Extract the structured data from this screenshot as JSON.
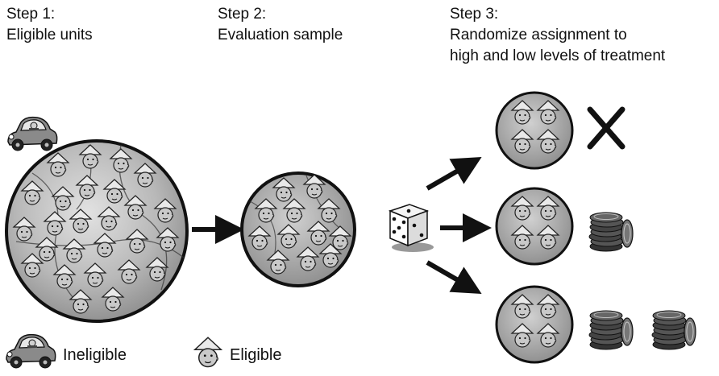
{
  "steps": [
    {
      "title": "Step 1:",
      "lines": [
        "Eligible units"
      ]
    },
    {
      "title": "Step 2:",
      "lines": [
        "Evaluation sample"
      ]
    },
    {
      "title": "Step 3:",
      "lines": [
        "Randomize assignment to",
        "high and low levels of treatment"
      ]
    }
  ],
  "legend": {
    "ineligible": "Ineligible",
    "eligible": "Eligible"
  },
  "icons": {
    "ineligible": "car-icon",
    "eligible": "farmer-face-icon",
    "randomizer": "dice-icon",
    "no_treatment": "x-mark-icon",
    "treatment": "coin-stack-icon"
  },
  "groups": [
    {
      "treatment": "none",
      "coin_stacks": 0
    },
    {
      "treatment": "low",
      "coin_stacks": 1
    },
    {
      "treatment": "high",
      "coin_stacks": 2
    }
  ],
  "colors": {
    "ink": "#111111",
    "circle_light": "#d6d6d6",
    "circle_dark": "#8a8a8a",
    "face": "#c8c8c8"
  }
}
